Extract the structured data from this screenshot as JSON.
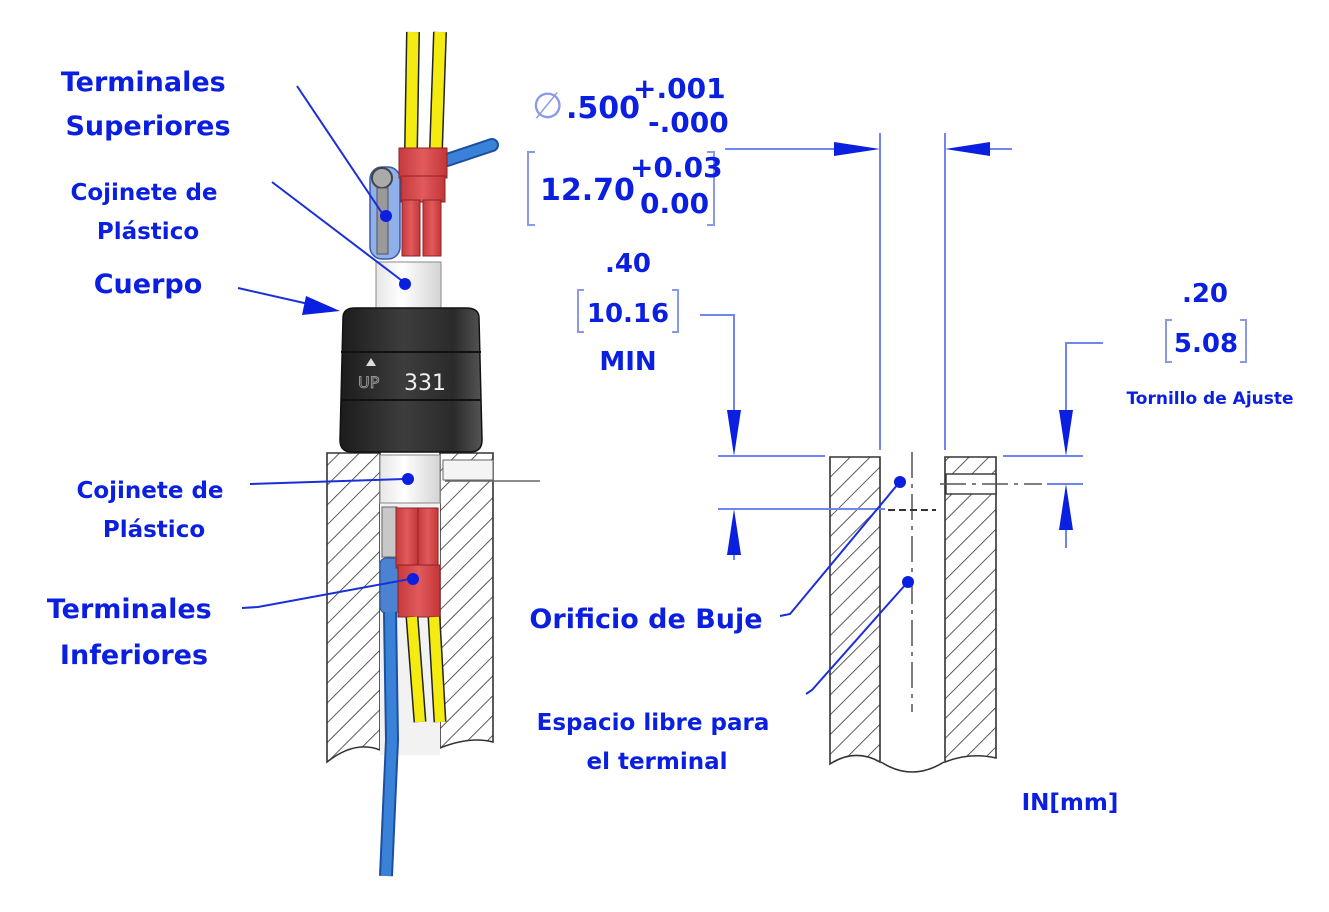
{
  "labels": {
    "terminales_superiores": [
      "Terminales",
      "Superiores"
    ],
    "cojinete_superior": [
      "Cojinete de",
      "Plástico"
    ],
    "cuerpo": "Cuerpo",
    "cojinete_inferior": [
      "Cojinete de",
      "Plástico"
    ],
    "terminales_inferiores": [
      "Terminales",
      "Inferiores"
    ],
    "orificio_de_buje": "Orificio de Buje",
    "espacio_libre": [
      "Espacio libre para",
      "el terminal"
    ],
    "tornillo_de_ajuste": "Tornillo de Ajuste",
    "units": "IN[mm]"
  },
  "body_marking": {
    "up_text": "UP",
    "part_number": "331"
  },
  "dimensions": {
    "diameter": {
      "symbol": "∅",
      "inch_value": ".500",
      "inch_tol_plus": "+.001",
      "inch_tol_minus": "-.000",
      "mm_value": "12.70",
      "mm_tol_plus": "+0.03",
      "mm_tol_minus": "0.00"
    },
    "depth_min": {
      "inch_value": ".40",
      "mm_value": "10.16",
      "qualifier": "MIN"
    },
    "set_screw": {
      "inch_value": ".20",
      "mm_value": "5.08"
    }
  },
  "colors": {
    "label_blue": "#0a1fe0",
    "wire_yellow": "#f4ec10",
    "wire_blue": "#3a82d8",
    "terminal_red": "#d9494b",
    "body_dark": "#2c2c2c"
  }
}
